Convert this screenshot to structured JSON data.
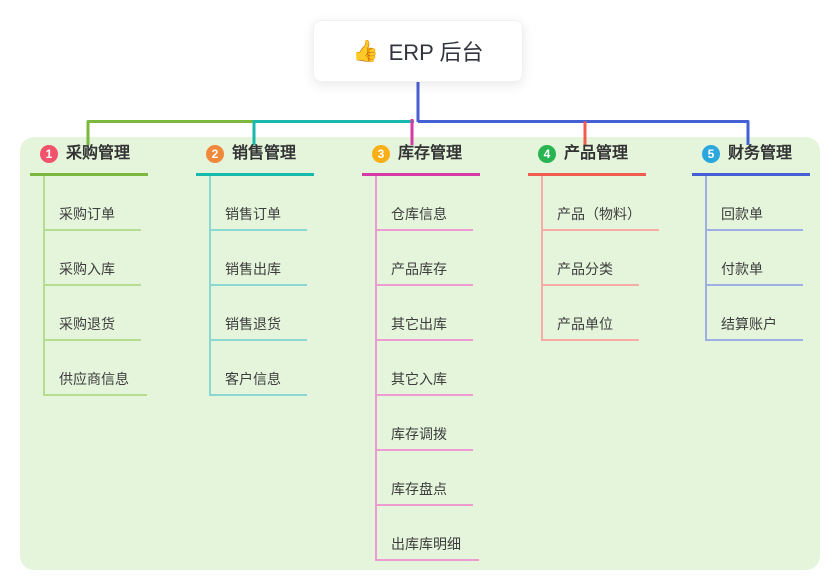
{
  "root": {
    "icon": "👍",
    "label": "ERP 后台"
  },
  "panel_color": "#E5F5DC",
  "trunk_color": "#4A5FD4",
  "branches": [
    {
      "num": "1",
      "label": "采购管理",
      "badge_color": "#F0536B",
      "line_color": "#7CB83E",
      "light_color": "#B5DC8F",
      "children": [
        "采购订单",
        "采购入库",
        "采购退货",
        "供应商信息"
      ]
    },
    {
      "num": "2",
      "label": "销售管理",
      "badge_color": "#F0893C",
      "line_color": "#17B8AE",
      "light_color": "#8AD8D1",
      "children": [
        "销售订单",
        "销售出库",
        "销售退货",
        "客户信息"
      ]
    },
    {
      "num": "3",
      "label": "库存管理",
      "badge_color": "#F9AF18",
      "line_color": "#D53AA6",
      "light_color": "#EE9BD2",
      "children": [
        "仓库信息",
        "产品库存",
        "其它出库",
        "其它入库",
        "库存调拨",
        "库存盘点",
        "出库库明细"
      ]
    },
    {
      "num": "4",
      "label": "产品管理",
      "badge_color": "#28B451",
      "line_color": "#F15B50",
      "light_color": "#F7ACA6",
      "children": [
        "产品（物料）",
        "产品分类",
        "产品单位"
      ]
    },
    {
      "num": "5",
      "label": "财务管理",
      "badge_color": "#2BA7DE",
      "line_color": "#4560D4",
      "light_color": "#9FAFE4",
      "children": [
        "回款单",
        "付款单",
        "结算账户"
      ]
    }
  ]
}
